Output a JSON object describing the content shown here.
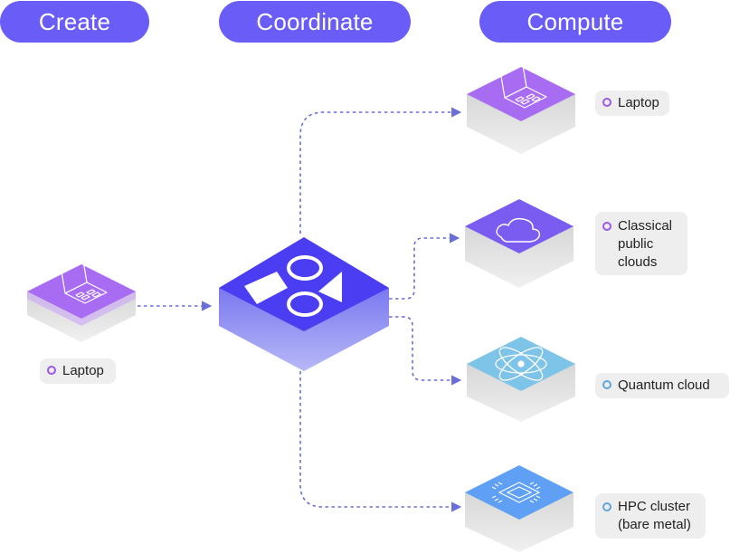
{
  "headers": {
    "create": "Create",
    "coordinate": "Coordinate",
    "compute": "Compute"
  },
  "nodes": {
    "create_laptop": {
      "label": "Laptop",
      "icon": "laptop-icon",
      "color": "#a86cf2"
    },
    "coordinator": {
      "icon": "shapes-logo-icon",
      "color": "#4a3df2"
    },
    "compute_laptop": {
      "label": "Laptop",
      "icon": "laptop-icon",
      "color": "#a86cf2"
    },
    "classical_clouds": {
      "label": "Classical\npublic\nclouds",
      "icon": "cloud-icon",
      "color": "#7a5cf0"
    },
    "quantum_cloud": {
      "label": "Quantum cloud",
      "icon": "atom-icon",
      "color": "#7ec3e8"
    },
    "hpc_cluster": {
      "label": "HPC cluster\n(bare metal)",
      "icon": "chip-icon",
      "color": "#5fa0f5"
    }
  },
  "colors": {
    "header_pill": "#6a5cf6",
    "connector": "#6a6fd8",
    "tag_bg": "#eeeeee",
    "block_side": "#d9d9d9"
  }
}
